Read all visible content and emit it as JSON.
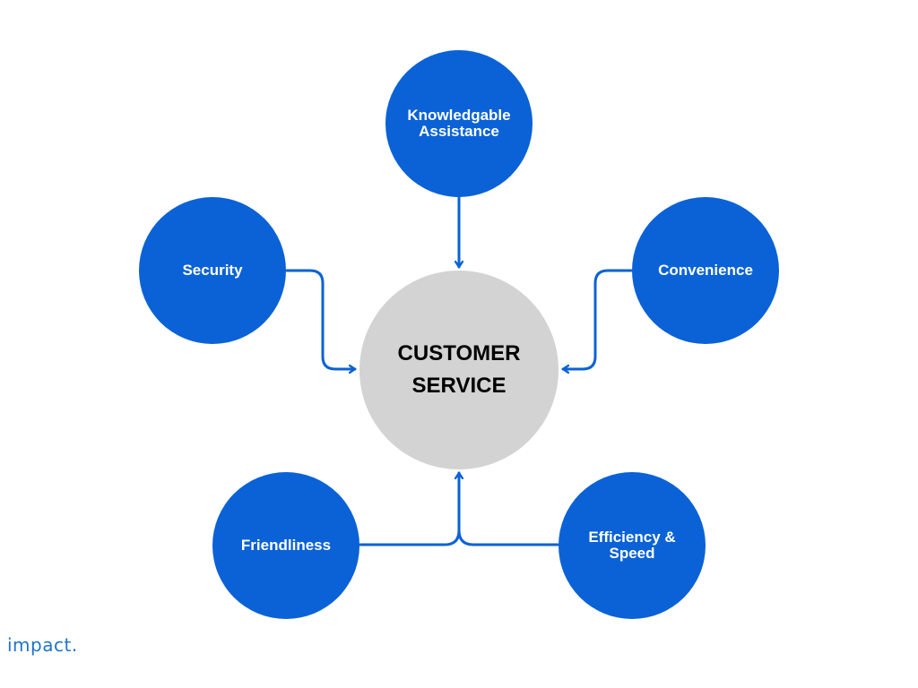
{
  "diagram": {
    "center": {
      "label": "CUSTOMER SERVICE"
    },
    "factors": [
      {
        "label": "Knowledgable Assistance"
      },
      {
        "label": "Security"
      },
      {
        "label": "Convenience"
      },
      {
        "label": "Friendliness"
      },
      {
        "label": "Efficiency & Speed"
      }
    ]
  },
  "brand": {
    "logo_text": "impact."
  },
  "colors": {
    "factor_fill": "#0a62d6",
    "center_fill": "#d3d3d3",
    "arrow": "#0a62d6",
    "logo": "#1f74c8",
    "background": "#ffffff"
  }
}
